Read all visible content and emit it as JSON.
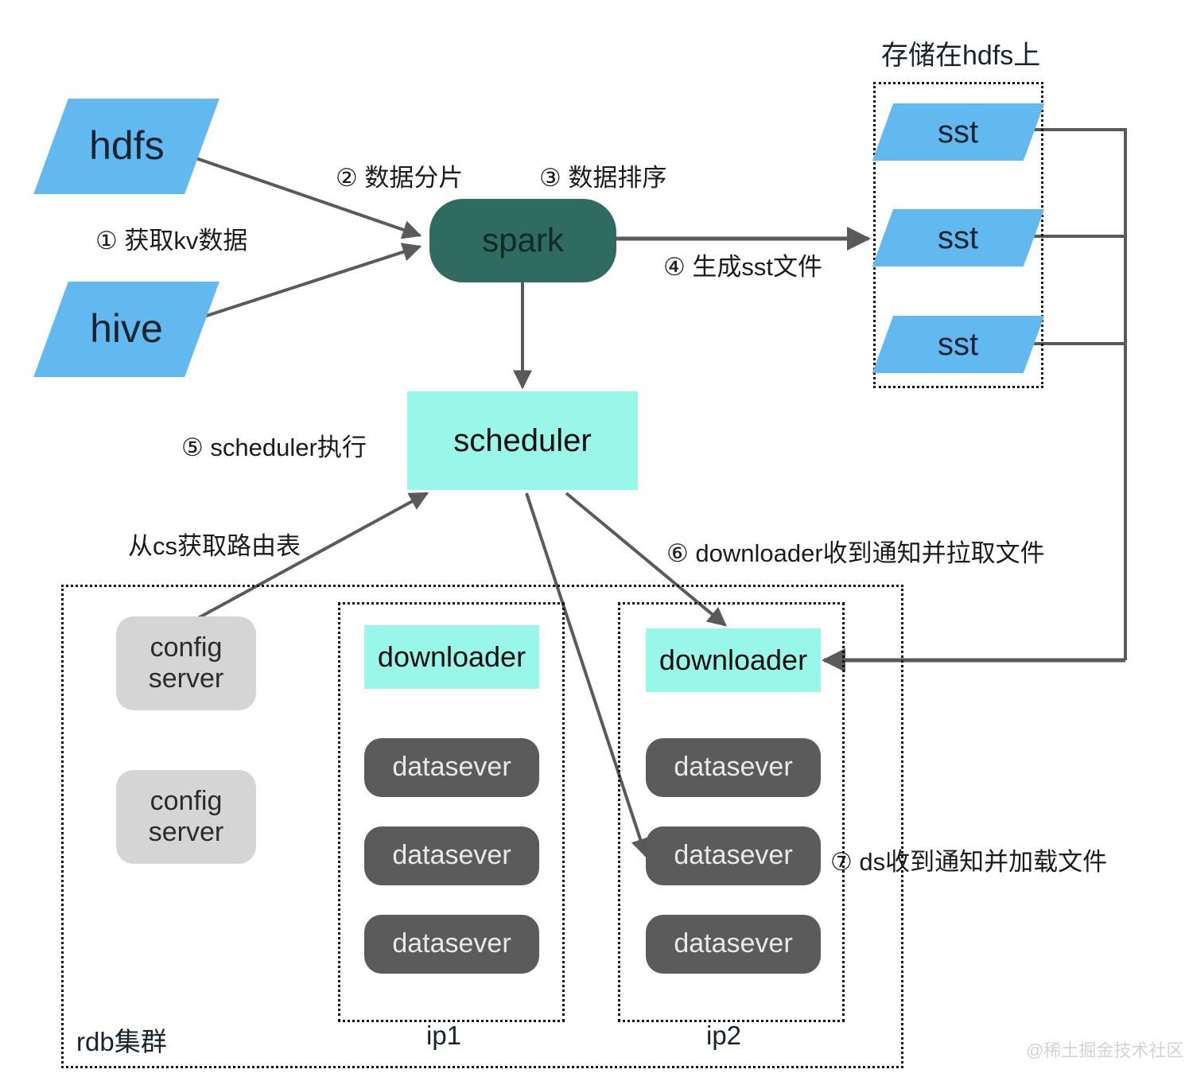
{
  "diagram": {
    "title_sst_group": "存储在hdfs上",
    "colors": {
      "source_blue": "#62b9f0",
      "spark_teal": "#2f6b61",
      "mint": "#99f7ea",
      "dataserver_gray": "#5b5b5b",
      "configserver_gray": "#d5d5d5",
      "line": "#5a5a5a"
    },
    "sources": [
      {
        "label": "hdfs"
      },
      {
        "label": "hive"
      }
    ],
    "processor": {
      "label": "spark"
    },
    "sst_files": [
      {
        "label": "sst"
      },
      {
        "label": "sst"
      },
      {
        "label": "sst"
      }
    ],
    "scheduler": {
      "label": "scheduler"
    },
    "edge_labels": {
      "step1": "① 获取kv数据",
      "step2": "② 数据分片",
      "step3": "③ 数据排序",
      "step4": "④ 生成sst文件",
      "step5": "⑤ scheduler执行",
      "step6": "⑥ downloader收到通知并拉取文件",
      "step7": "⑦ ds收到通知并加载文件",
      "route_table": "从cs获取路由表"
    },
    "cluster": {
      "footer_label": "rdb集群",
      "config_servers": [
        {
          "line1": "config",
          "line2": "server"
        },
        {
          "line1": "config",
          "line2": "server"
        }
      ],
      "hosts": [
        {
          "footer_label": "ip1",
          "downloader": "downloader",
          "dataservers": [
            "datasever",
            "datasever",
            "datasever"
          ]
        },
        {
          "footer_label": "ip2",
          "downloader": "downloader",
          "dataservers": [
            "datasever",
            "datasever",
            "datasever"
          ]
        }
      ]
    },
    "watermark": "@稀土掘金技术社区"
  }
}
